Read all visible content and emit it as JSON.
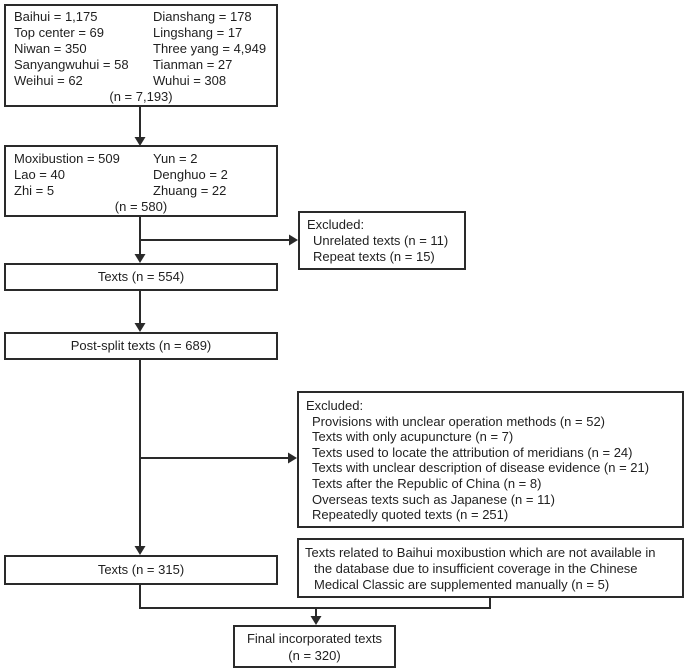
{
  "colors": {
    "box_border": "#2a2a2a",
    "connector_line": "#2a2a2a",
    "text": "#1f1f1f",
    "background": "#ffffff"
  },
  "boxes": {
    "sources": {
      "rows": [
        {
          "l": "Baihui = 1,175",
          "r": "Dianshang = 178"
        },
        {
          "l": "Top center = 69",
          "r": "Lingshang = 17"
        },
        {
          "l": "Niwan = 350",
          "r": "Three yang = 4,949"
        },
        {
          "l": "Sanyangwuhui = 58",
          "r": "Tianman = 27"
        },
        {
          "l": "Weihui = 62",
          "r": "Wuhui = 308"
        }
      ],
      "total": "(n = 7,193)"
    },
    "moxibustion": {
      "rows": [
        {
          "l": "Moxibustion = 509",
          "r": "Yun = 2"
        },
        {
          "l": "Lao = 40",
          "r": "Denghuo = 2"
        },
        {
          "l": "Zhi = 5",
          "r": "Zhuang = 22"
        }
      ],
      "total": "(n = 580)"
    },
    "texts_554": {
      "label": "Texts (n = 554)"
    },
    "post_split": {
      "label": "Post-split texts (n = 689)"
    },
    "excluded_initial": {
      "title": "Excluded:",
      "items": [
        "Unrelated texts (n = 11)",
        "Repeat texts (n = 15)"
      ]
    },
    "excluded_detailed": {
      "title": "Excluded:",
      "items": [
        "Provisions with unclear operation methods (n = 52)",
        "Texts with only acupuncture (n = 7)",
        "Texts used to locate the attribution of meridians (n = 24)",
        "Texts with unclear description of disease evidence (n = 21)",
        "Texts after the Republic of China (n = 8)",
        "Overseas texts such as Japanese (n = 11)",
        "Repeatedly quoted texts (n = 251)"
      ]
    },
    "texts_315": {
      "label": "Texts (n = 315)"
    },
    "supplement": {
      "text": "Texts related to Baihui moxibustion which are not available in the database due to insufficient coverage in the Chinese Medical Classic are supplemented manually (n = 5)"
    },
    "final": {
      "line1": "Final incorporated texts",
      "line2": "(n = 320)"
    }
  }
}
